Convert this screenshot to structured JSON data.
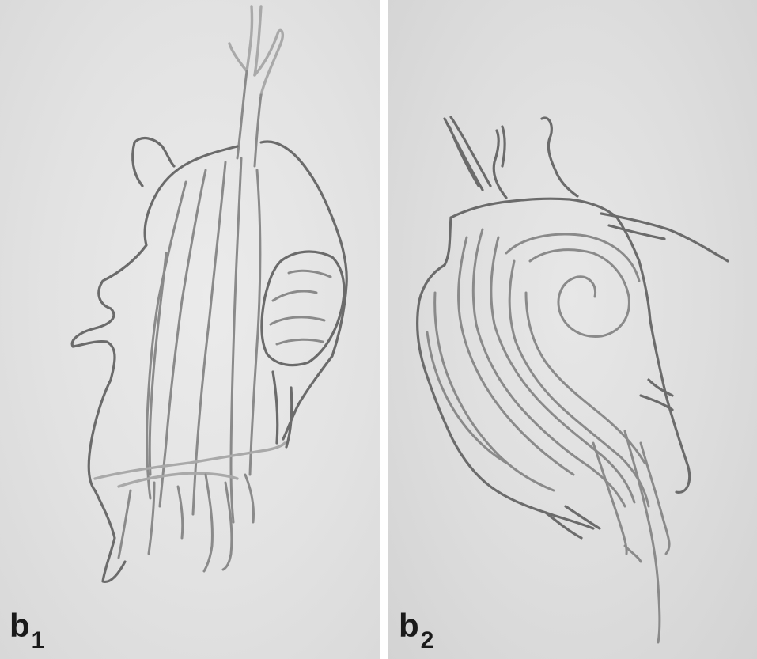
{
  "panels": [
    {
      "id": "b1",
      "label_main": "b",
      "label_sub": "1"
    },
    {
      "id": "b2",
      "label_main": "b",
      "label_sub": "2"
    }
  ]
}
